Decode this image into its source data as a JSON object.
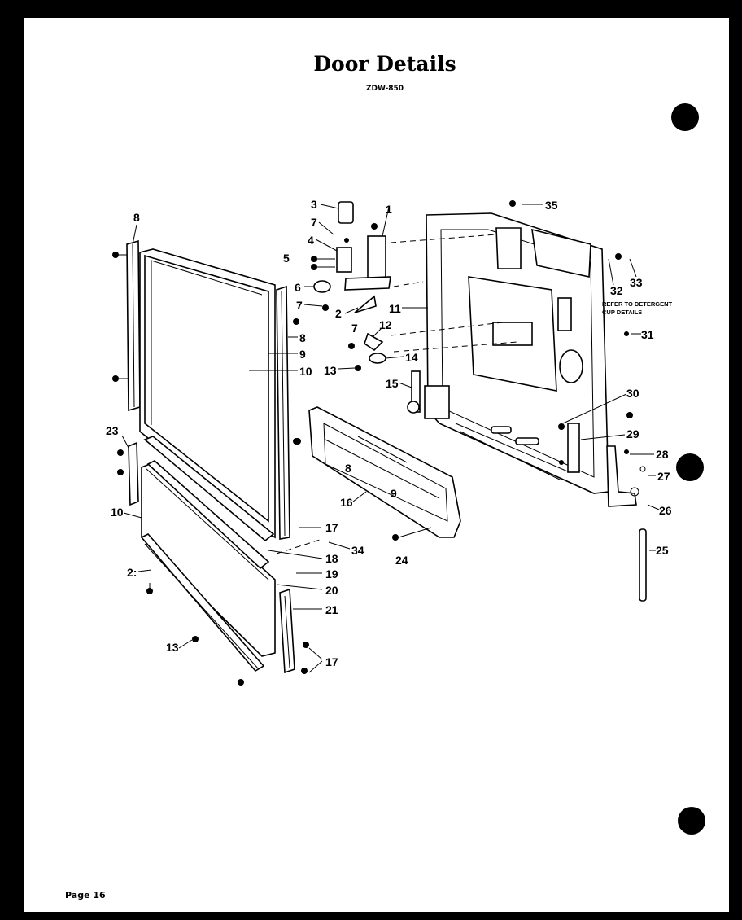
{
  "header": {
    "title": "Door Details",
    "model": "ZDW-850"
  },
  "footer": {
    "page": "Page 16"
  },
  "callouts": [
    {
      "id": "c8a",
      "text": "8"
    },
    {
      "id": "c3",
      "text": "3"
    },
    {
      "id": "c7a",
      "text": "7"
    },
    {
      "id": "c1",
      "text": "1"
    },
    {
      "id": "c4",
      "text": "4"
    },
    {
      "id": "c5",
      "text": "5"
    },
    {
      "id": "c6",
      "text": "6"
    },
    {
      "id": "c7b",
      "text": "7"
    },
    {
      "id": "c2",
      "text": "2"
    },
    {
      "id": "c7c",
      "text": "7"
    },
    {
      "id": "c12",
      "text": "12"
    },
    {
      "id": "c13a",
      "text": "13"
    },
    {
      "id": "c14",
      "text": "14"
    },
    {
      "id": "c11",
      "text": "11"
    },
    {
      "id": "c15",
      "text": "15"
    },
    {
      "id": "c8b",
      "text": "8"
    },
    {
      "id": "c9",
      "text": "9"
    },
    {
      "id": "c10a",
      "text": "10"
    },
    {
      "id": "c35",
      "text": "35"
    },
    {
      "id": "c32",
      "text": "32"
    },
    {
      "id": "c33",
      "text": "33"
    },
    {
      "id": "c31",
      "text": "31"
    },
    {
      "id": "c30",
      "text": "30"
    },
    {
      "id": "c29",
      "text": "29"
    },
    {
      "id": "c28",
      "text": "28"
    },
    {
      "id": "c27",
      "text": "27"
    },
    {
      "id": "c26",
      "text": "26"
    },
    {
      "id": "c25",
      "text": "25"
    },
    {
      "id": "c23",
      "text": "23"
    },
    {
      "id": "c10b",
      "text": "10"
    },
    {
      "id": "c22",
      "text": "2:"
    },
    {
      "id": "c13b",
      "text": "13"
    },
    {
      "id": "c16",
      "text": "16"
    },
    {
      "id": "c17a",
      "text": "17"
    },
    {
      "id": "c34",
      "text": "34"
    },
    {
      "id": "c18",
      "text": "18"
    },
    {
      "id": "c19",
      "text": "19"
    },
    {
      "id": "c20",
      "text": "20"
    },
    {
      "id": "c21",
      "text": "21"
    },
    {
      "id": "c17b",
      "text": "17"
    },
    {
      "id": "c24",
      "text": "24"
    },
    {
      "id": "c8c",
      "text": "8"
    },
    {
      "id": "c9b",
      "text": "9"
    }
  ],
  "notes": {
    "detergent_line1": "REFER TO DETERGENT",
    "detergent_line2": "CUP DETAILS"
  }
}
